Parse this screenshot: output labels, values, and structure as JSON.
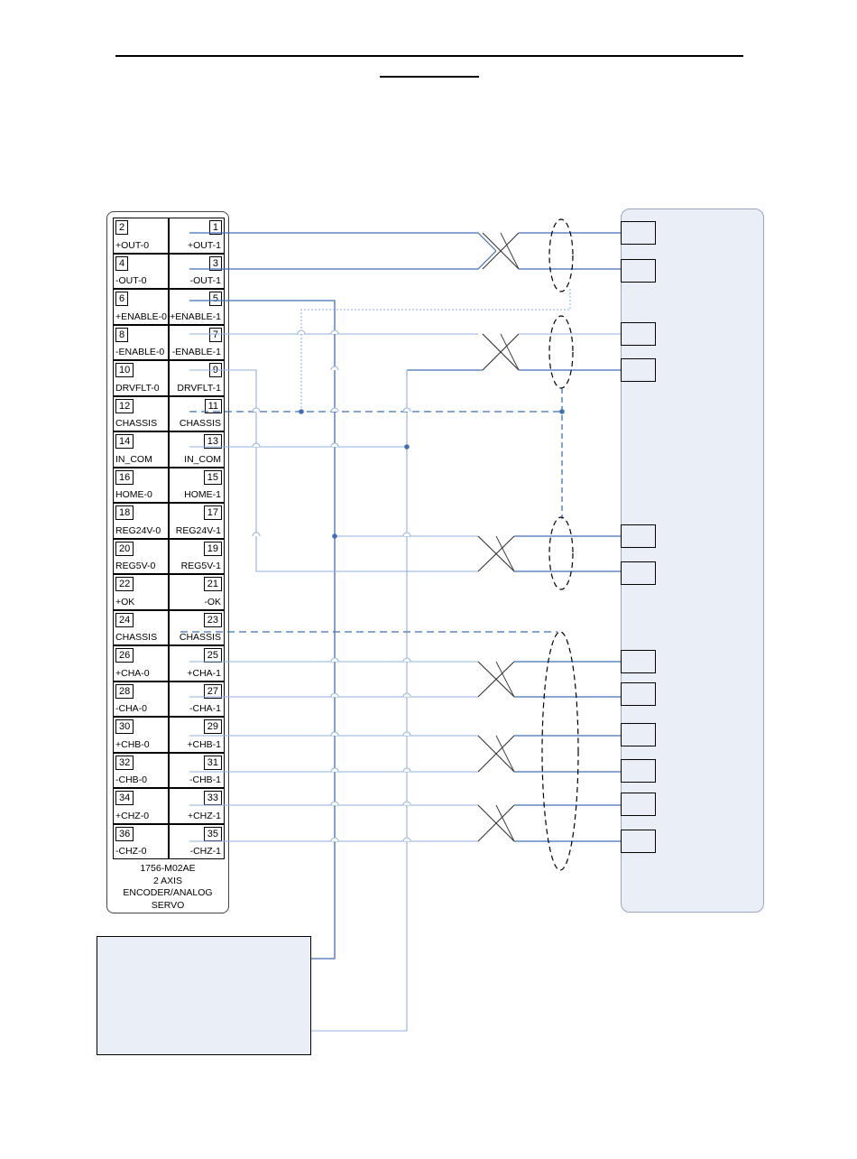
{
  "module": {
    "rows": [
      {
        "left_num": "2",
        "left_label": "+OUT-0",
        "right_num": "1",
        "right_label": "+OUT-1"
      },
      {
        "left_num": "4",
        "left_label": "-OUT-0",
        "right_num": "3",
        "right_label": "-OUT-1"
      },
      {
        "left_num": "6",
        "left_label": "+ENABLE-0",
        "right_num": "5",
        "right_label": "+ENABLE-1"
      },
      {
        "left_num": "8",
        "left_label": "-ENABLE-0",
        "right_num": "7",
        "right_label": "-ENABLE-1"
      },
      {
        "left_num": "10",
        "left_label": "DRVFLT-0",
        "right_num": "9",
        "right_label": "DRVFLT-1"
      },
      {
        "left_num": "12",
        "left_label": "CHASSIS",
        "right_num": "11",
        "right_label": "CHASSIS"
      },
      {
        "left_num": "14",
        "left_label": "IN_COM",
        "right_num": "13",
        "right_label": "IN_COM"
      },
      {
        "left_num": "16",
        "left_label": "HOME-0",
        "right_num": "15",
        "right_label": "HOME-1"
      },
      {
        "left_num": "18",
        "left_label": "REG24V-0",
        "right_num": "17",
        "right_label": "REG24V-1"
      },
      {
        "left_num": "20",
        "left_label": "REG5V-0",
        "right_num": "19",
        "right_label": "REG5V-1"
      },
      {
        "left_num": "22",
        "left_label": "+OK",
        "right_num": "21",
        "right_label": "-OK"
      },
      {
        "left_num": "24",
        "left_label": "CHASSIS",
        "right_num": "23",
        "right_label": "CHASSIS"
      },
      {
        "left_num": "26",
        "left_label": "+CHA-0",
        "right_num": "25",
        "right_label": "+CHA-1"
      },
      {
        "left_num": "28",
        "left_label": "-CHA-0",
        "right_num": "27",
        "right_label": "-CHA-1"
      },
      {
        "left_num": "30",
        "left_label": "+CHB-0",
        "right_num": "29",
        "right_label": "+CHB-1"
      },
      {
        "left_num": "32",
        "left_label": "-CHB-0",
        "right_num": "31",
        "right_label": "-CHB-1"
      },
      {
        "left_num": "34",
        "left_label": "+CHZ-0",
        "right_num": "33",
        "right_label": "+CHZ-1"
      },
      {
        "left_num": "36",
        "left_label": "-CHZ-0",
        "right_num": "35",
        "right_label": "-CHZ-1"
      }
    ],
    "title_lines": [
      "1756-M02AE",
      "2 AXIS",
      "ENCODER/ANALOG",
      "SERVO"
    ]
  },
  "colors": {
    "wire": "#3f6fb5",
    "wire_light": "#8fb0dc",
    "panel_fill": "#e9eef7",
    "ink": "#000000"
  }
}
